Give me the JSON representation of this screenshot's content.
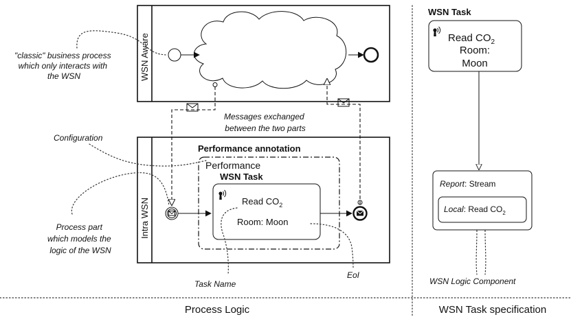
{
  "pools": {
    "top_label": "WSN Aware",
    "bottom_label": "Intra WSN"
  },
  "annotations": {
    "classic_line1": "\"classic\" business process",
    "classic_line2": "which only interacts with",
    "classic_line3": "the WSN",
    "messages_line1": "Messages exchanged",
    "messages_line2": "between the two parts",
    "configuration": "Configuration",
    "process_part_line1": "Process part",
    "process_part_line2": "which models the",
    "process_part_line3": "logic of the WSN",
    "task_name": "Task Name",
    "eoi": "EoI",
    "wsn_logic_component": "WSN Logic Component"
  },
  "performance": {
    "annotation_title": "Performance annotation",
    "group_label": "Performance"
  },
  "task": {
    "header": "WSN Task",
    "read_prefix": "Read CO",
    "subscript": "2",
    "room": "Room: Moon"
  },
  "spec": {
    "header": "WSN Task",
    "read_prefix": "Read CO",
    "subscript": "2",
    "room_line": "Room:",
    "moon_line": "Moon",
    "report_key": "Report",
    "report_value": ": Stream",
    "local_key": "Local",
    "local_value": ": Read CO",
    "local_subscript": "2"
  },
  "footer": {
    "left": "Process Logic",
    "right": "WSN Task specification"
  }
}
